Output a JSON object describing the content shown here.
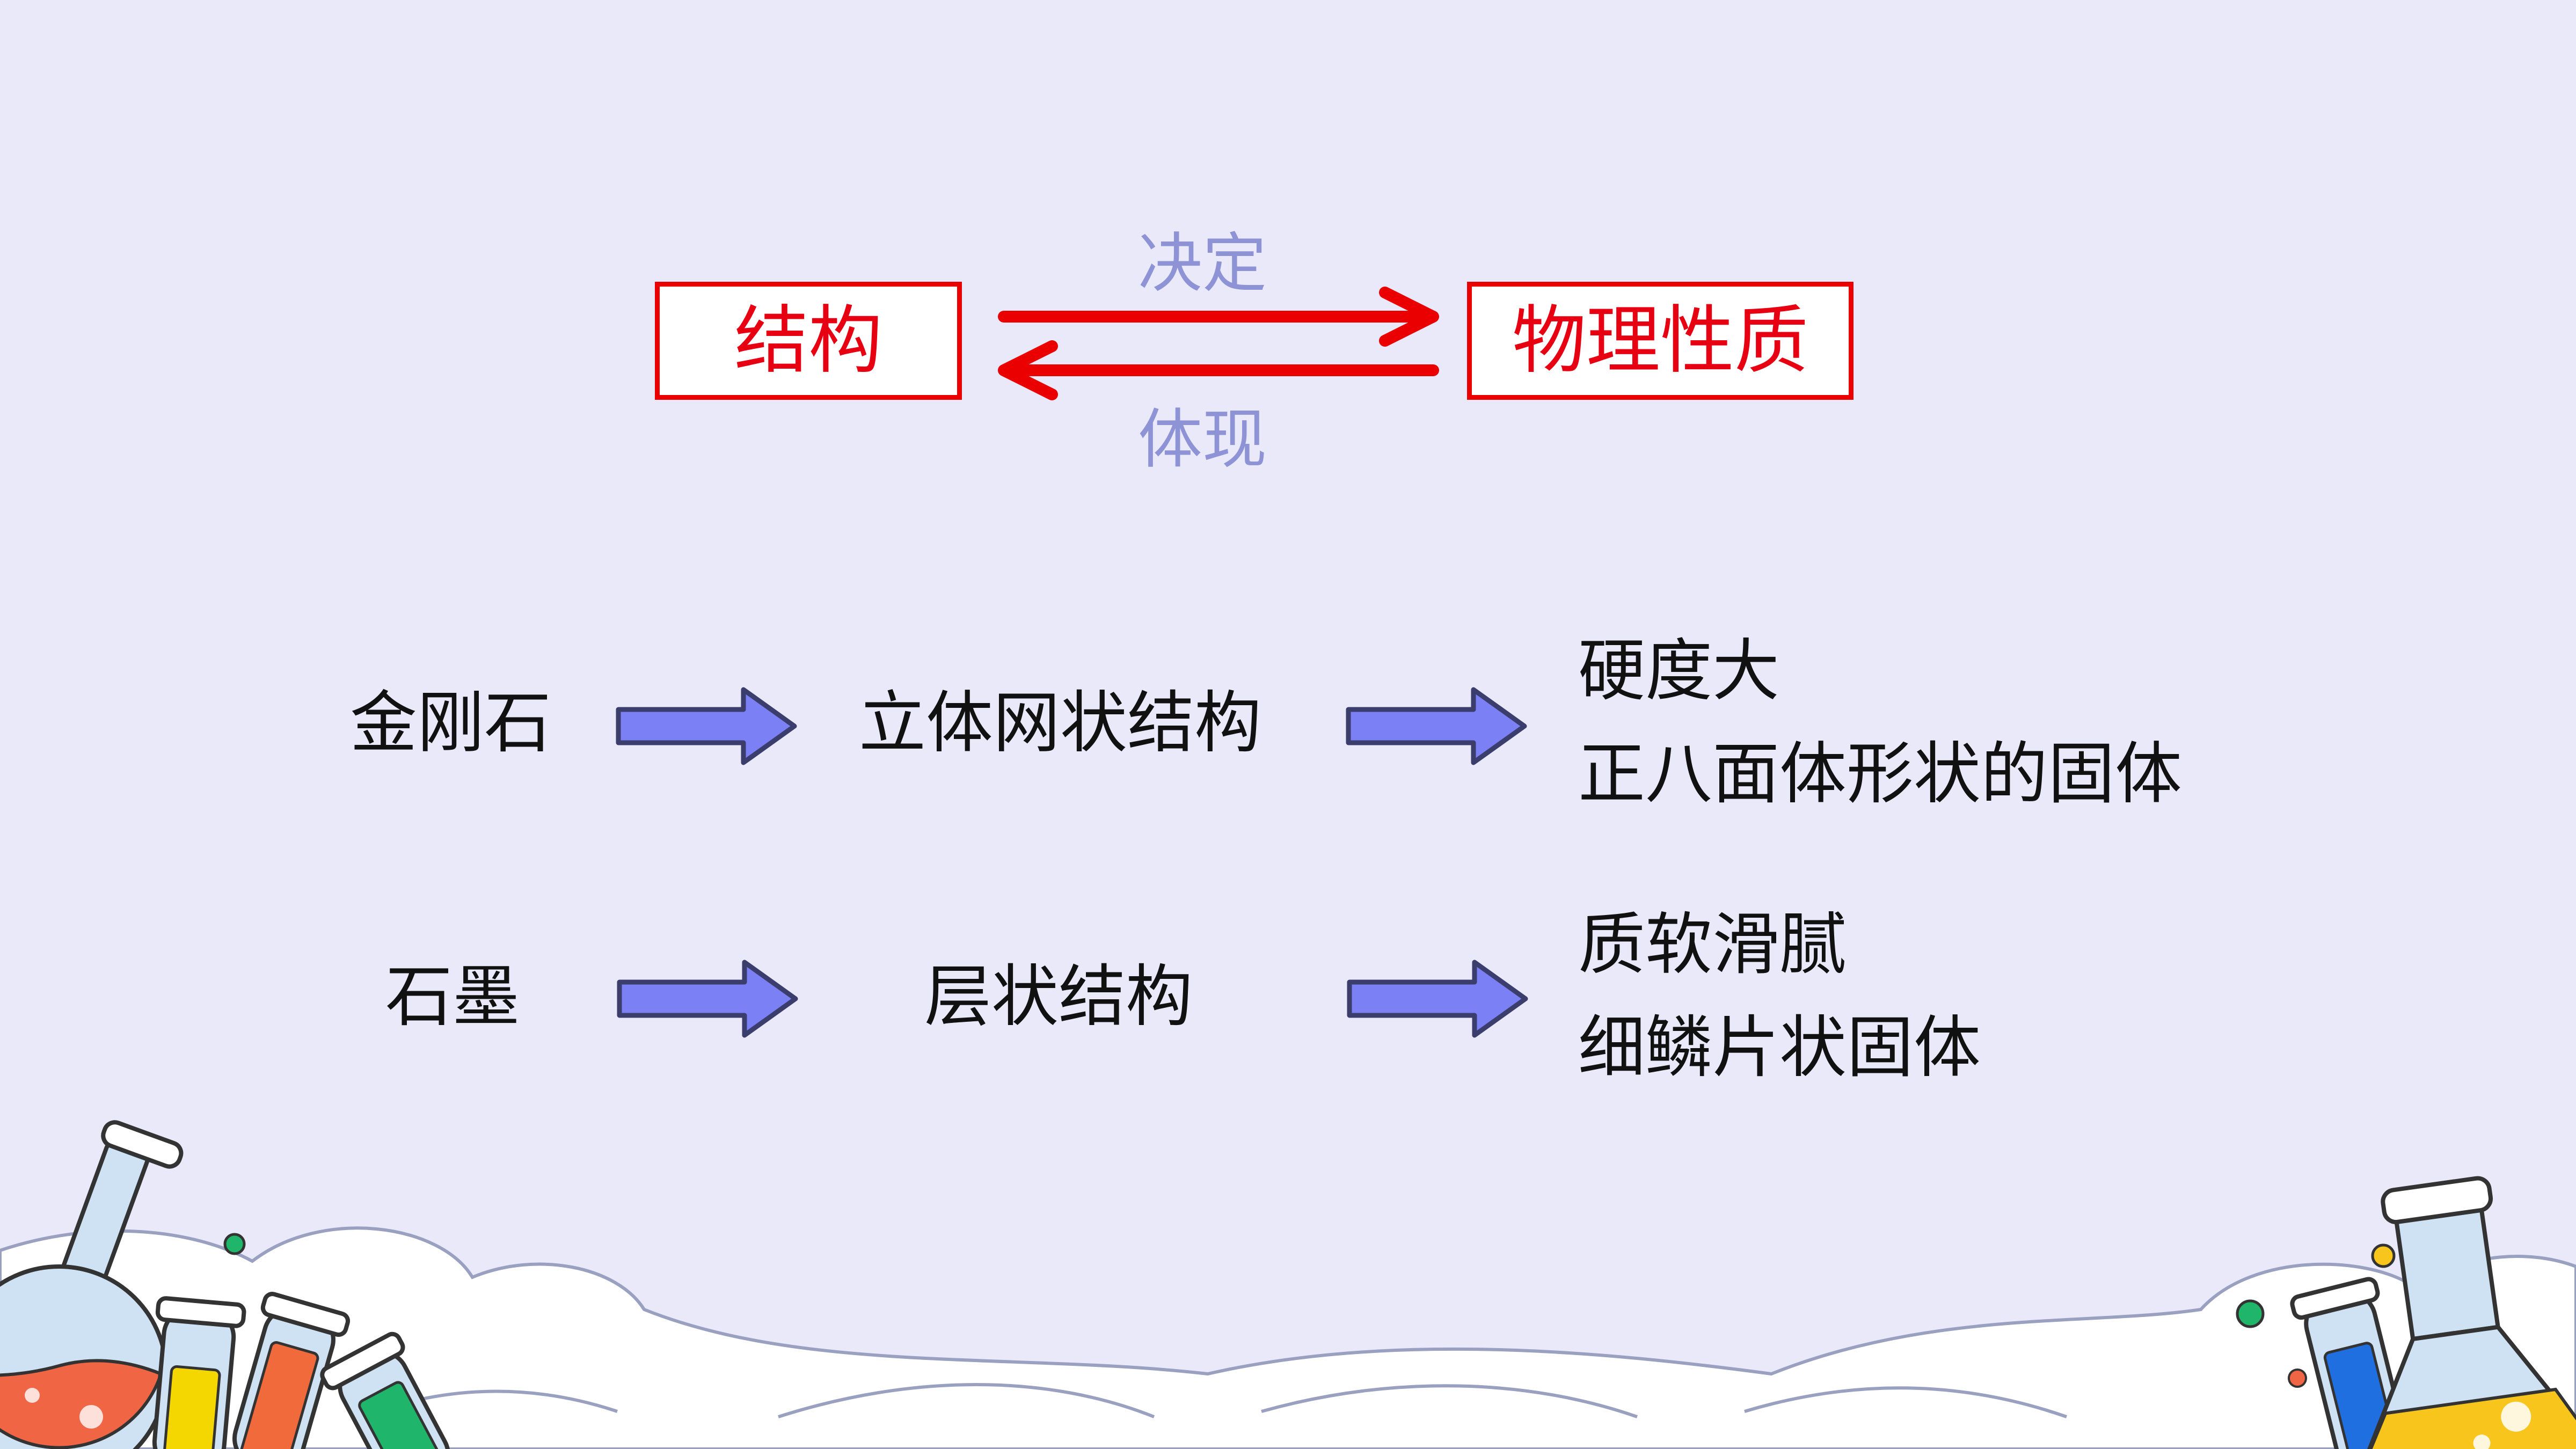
{
  "header": {
    "structure_label": "结构",
    "property_label": "物理性质",
    "forward_relation": "决定",
    "backward_relation": "体现"
  },
  "rows": [
    {
      "substance": "金刚石",
      "structure": "立体网状结构",
      "properties": [
        "硬度大",
        "正八面体形状的固体"
      ]
    },
    {
      "substance": "石墨",
      "structure": "层状结构",
      "properties": [
        "质软滑腻",
        "细鳞片状固体"
      ]
    }
  ],
  "colors": {
    "background": "#e9e9fa",
    "accent_red": "#e60012",
    "relation_text": "#8e93d6",
    "block_arrow_fill": "#7b80f4",
    "block_arrow_stroke": "#3b3d6d"
  },
  "decorations": {
    "left_group": [
      "round-flask-icon",
      "test-tube-yellow-icon",
      "test-tube-orange-icon",
      "test-tube-green-icon"
    ],
    "right_group": [
      "conical-flask-icon",
      "test-tube-blue-icon"
    ]
  }
}
